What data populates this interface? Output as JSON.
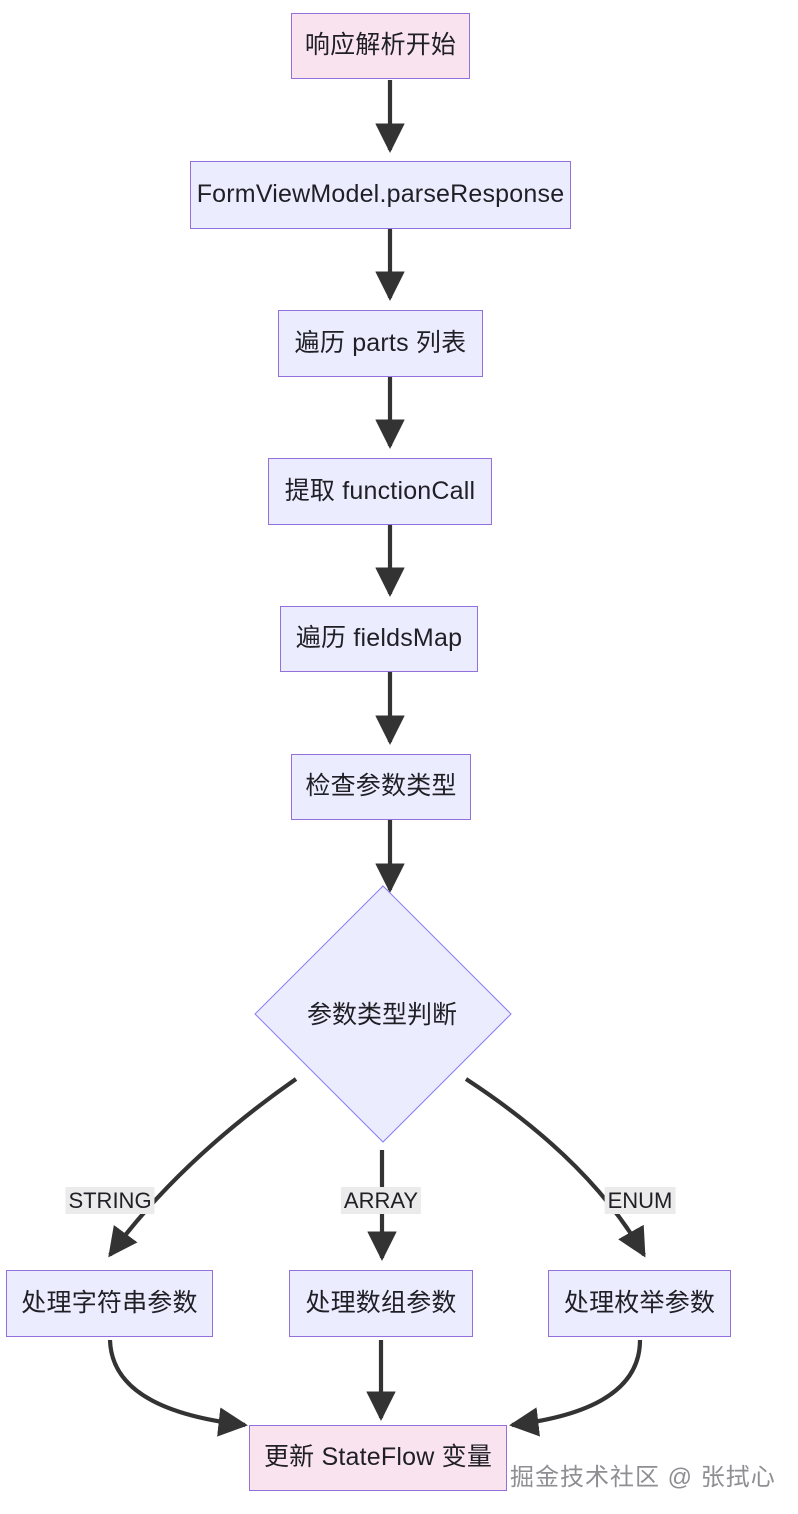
{
  "diagram": {
    "type": "flowchart",
    "direction": "top-down",
    "nodes": [
      {
        "id": "start",
        "label": "响应解析开始",
        "shape": "rect",
        "style": "terminal"
      },
      {
        "id": "parse",
        "label": "FormViewModel.parseResponse",
        "shape": "rect",
        "style": "process"
      },
      {
        "id": "parts",
        "label": "遍历 parts 列表",
        "shape": "rect",
        "style": "process"
      },
      {
        "id": "funcall",
        "label": "提取 functionCall",
        "shape": "rect",
        "style": "process"
      },
      {
        "id": "fieldsmap",
        "label": "遍历 fieldsMap",
        "shape": "rect",
        "style": "process"
      },
      {
        "id": "checktype",
        "label": "检查参数类型",
        "shape": "rect",
        "style": "process"
      },
      {
        "id": "decision",
        "label": "参数类型判断",
        "shape": "diamond",
        "style": "decision"
      },
      {
        "id": "strparam",
        "label": "处理字符串参数",
        "shape": "rect",
        "style": "process"
      },
      {
        "id": "arrparam",
        "label": "处理数组参数",
        "shape": "rect",
        "style": "process"
      },
      {
        "id": "enumparam",
        "label": "处理枚举参数",
        "shape": "rect",
        "style": "process"
      },
      {
        "id": "stateflow",
        "label": "更新 StateFlow 变量",
        "shape": "rect",
        "style": "terminal"
      }
    ],
    "edges": [
      {
        "from": "start",
        "to": "parse",
        "label": ""
      },
      {
        "from": "parse",
        "to": "parts",
        "label": ""
      },
      {
        "from": "parts",
        "to": "funcall",
        "label": ""
      },
      {
        "from": "funcall",
        "to": "fieldsmap",
        "label": ""
      },
      {
        "from": "fieldsmap",
        "to": "checktype",
        "label": ""
      },
      {
        "from": "checktype",
        "to": "decision",
        "label": ""
      },
      {
        "from": "decision",
        "to": "strparam",
        "label": "STRING"
      },
      {
        "from": "decision",
        "to": "arrparam",
        "label": "ARRAY"
      },
      {
        "from": "decision",
        "to": "enumparam",
        "label": "ENUM"
      },
      {
        "from": "strparam",
        "to": "stateflow",
        "label": ""
      },
      {
        "from": "arrparam",
        "to": "stateflow",
        "label": ""
      },
      {
        "from": "enumparam",
        "to": "stateflow",
        "label": ""
      }
    ],
    "edge_labels": {
      "string": "STRING",
      "array": "ARRAY",
      "enum": "ENUM"
    },
    "colors": {
      "process_fill": "#ececff",
      "process_stroke": "#9370db",
      "terminal_fill": "#f9e3ee",
      "terminal_stroke": "#9370db",
      "decision_fill": "#ececff",
      "decision_stroke": "#8a7df0",
      "edge_stroke": "#333333",
      "edge_label_bg": "#ebebeb",
      "text": "#1f1f25",
      "watermark": "#8e8e93"
    }
  },
  "watermark": {
    "text": "掘金技术社区 @ 张拭心"
  }
}
